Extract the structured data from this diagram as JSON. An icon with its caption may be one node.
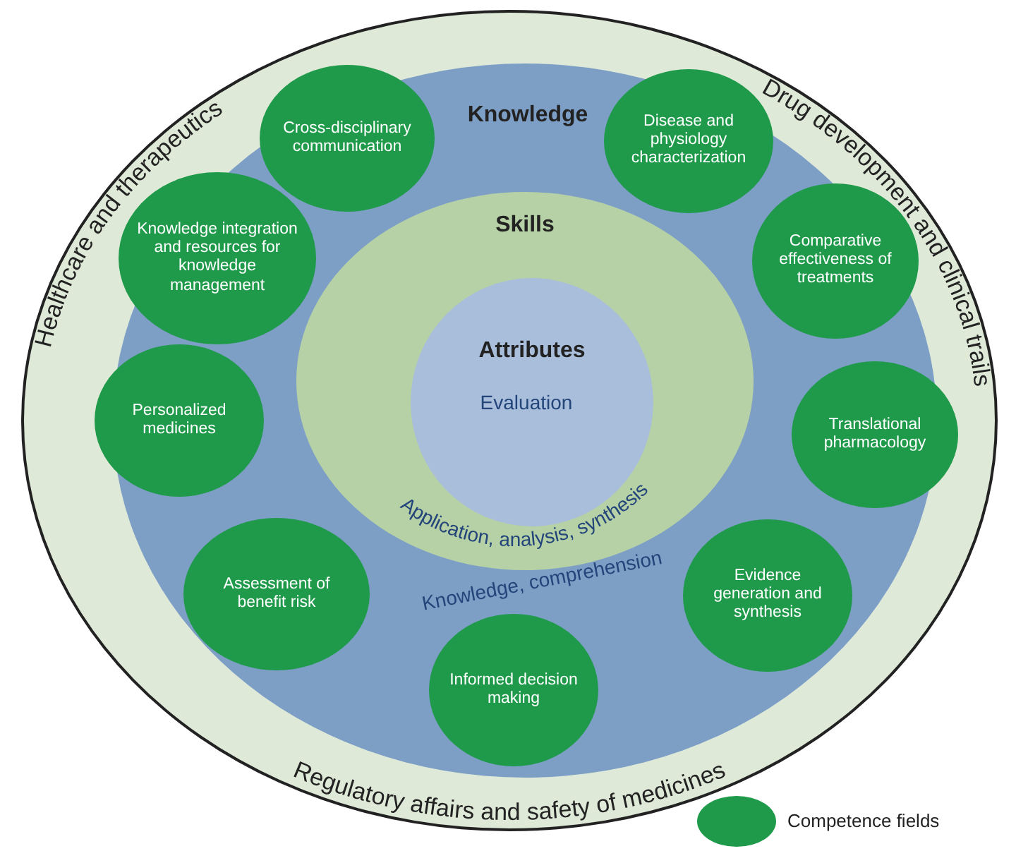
{
  "diagram": {
    "nodes": [
      {
        "text": [],
        "shape": "ellipse"
      },
      {
        "text": [
          "Knowledge",
          "Knowledge, comprehension"
        ],
        "in": 0
      },
      {
        "text": [
          "Skills"
        ],
        "in": 1
      },
      {
        "text": [
          "Attributes",
          "Evaluation"
        ],
        "in": 2
      },
      {
        "text": [
          "Cross-disciplinary communication"
        ],
        "in": 1
      },
      {
        "text": [
          "Disease and physiology characterization"
        ],
        "in": 1
      },
      {
        "text": [
          "Knowledge integration and resources for knowledge management"
        ],
        "in": 1
      },
      {
        "text": [
          "Comparative effectiveness of treatments"
        ],
        "in": 1
      },
      {
        "text": [
          "Personalized medicines"
        ],
        "in": 0
      },
      {
        "text": [
          "Translational pharmacology"
        ],
        "in": 0
      },
      {
        "text": [
          "Assessment of benefit risk"
        ],
        "in": 1
      },
      {
        "text": [
          "Evidence generation and synthesis"
        ],
        "in": 1
      },
      {
        "text": [
          "Informed decision making"
        ],
        "in": 1
      }
    ],
    "labels": [
      "Healthcare and therapeutics",
      "Drug development and clinical trails",
      "Application, analysis, synthesis",
      "Regulatory affairs and safety of medicines"
    ],
    "legend": [
      {
        "text": "Competence fields",
        "color": "#1f9a4a"
      }
    ]
  }
}
